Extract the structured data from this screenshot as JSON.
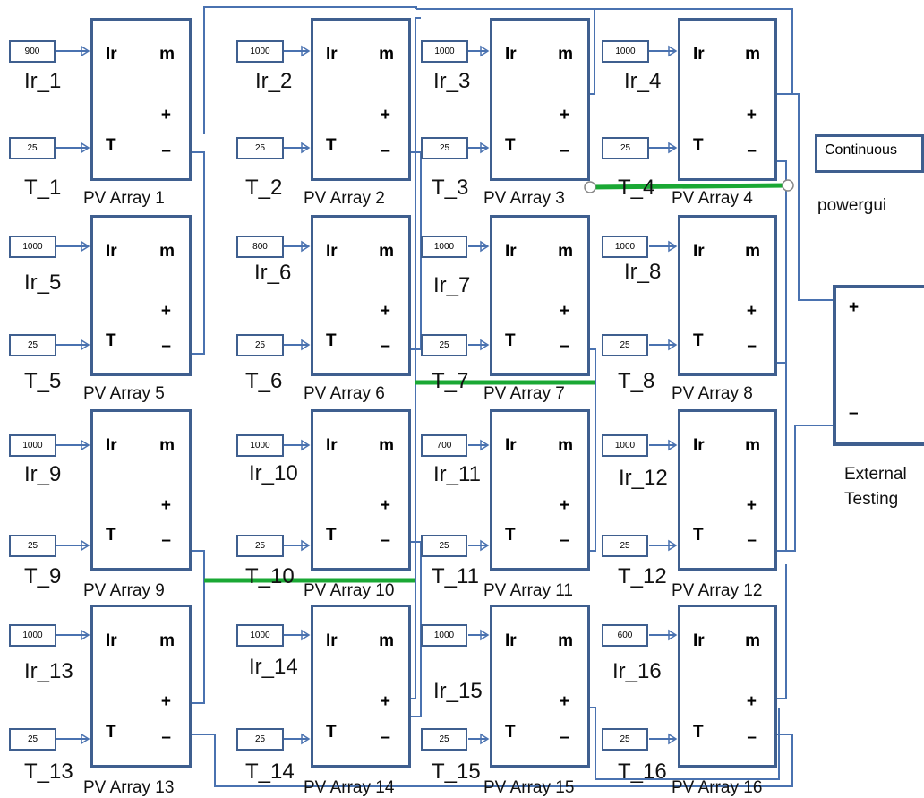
{
  "diagram": {
    "panels": [
      {
        "irr_value": "900",
        "irr_label": "Ir_1",
        "temp_value": "25",
        "temp_label": "T_1",
        "array_label": "PV Array 1"
      },
      {
        "irr_value": "1000",
        "irr_label": "Ir_2",
        "temp_value": "25",
        "temp_label": "T_2",
        "array_label": "PV Array 2"
      },
      {
        "irr_value": "1000",
        "irr_label": "Ir_3",
        "temp_value": "25",
        "temp_label": "T_3",
        "array_label": "PV Array 3"
      },
      {
        "irr_value": "1000",
        "irr_label": "Ir_4",
        "temp_value": "25",
        "temp_label": "T_4",
        "array_label": "PV Array 4"
      },
      {
        "irr_value": "1000",
        "irr_label": "Ir_5",
        "temp_value": "25",
        "temp_label": "T_5",
        "array_label": "PV Array 5"
      },
      {
        "irr_value": "800",
        "irr_label": "Ir_6",
        "temp_value": "25",
        "temp_label": "T_6",
        "array_label": "PV Array 6"
      },
      {
        "irr_value": "1000",
        "irr_label": "Ir_7",
        "temp_value": "25",
        "temp_label": "T_7",
        "array_label": "PV Array 7"
      },
      {
        "irr_value": "1000",
        "irr_label": "Ir_8",
        "temp_value": "25",
        "temp_label": "T_8",
        "array_label": "PV Array 8"
      },
      {
        "irr_value": "1000",
        "irr_label": "Ir_9",
        "temp_value": "25",
        "temp_label": "T_9",
        "array_label": "PV Array 9"
      },
      {
        "irr_value": "1000",
        "irr_label": "Ir_10",
        "temp_value": "25",
        "temp_label": "T_10",
        "array_label": "PV Array 10"
      },
      {
        "irr_value": "700",
        "irr_label": "Ir_11",
        "temp_value": "25",
        "temp_label": "T_11",
        "array_label": "PV Array 11"
      },
      {
        "irr_value": "1000",
        "irr_label": "Ir_12",
        "temp_value": "25",
        "temp_label": "T_12",
        "array_label": "PV Array 12"
      },
      {
        "irr_value": "1000",
        "irr_label": "Ir_13",
        "temp_value": "25",
        "temp_label": "T_13",
        "array_label": "PV Array 13"
      },
      {
        "irr_value": "1000",
        "irr_label": "Ir_14",
        "temp_value": "25",
        "temp_label": "T_14",
        "array_label": "PV Array 14"
      },
      {
        "irr_value": "1000",
        "irr_label": "Ir_15",
        "temp_value": "25",
        "temp_label": "T_15",
        "array_label": "PV Array 15"
      },
      {
        "irr_value": "600",
        "irr_label": "Ir_16",
        "temp_value": "25",
        "temp_label": "T_16",
        "array_label": "PV Array 16"
      }
    ],
    "port_labels": {
      "irradiance": "Ir",
      "temperature": "T",
      "measurement": "m",
      "positive": "+",
      "negative": "–"
    },
    "powergui": {
      "value": "Continuous",
      "label": "powergui"
    },
    "external": {
      "positive": "+",
      "negative": "–",
      "label_line1": "External",
      "label_line2": "Testing"
    },
    "colors": {
      "wire": "#4a72b0",
      "block_border": "#3f5f8f",
      "highlight": "#1aa834"
    }
  }
}
